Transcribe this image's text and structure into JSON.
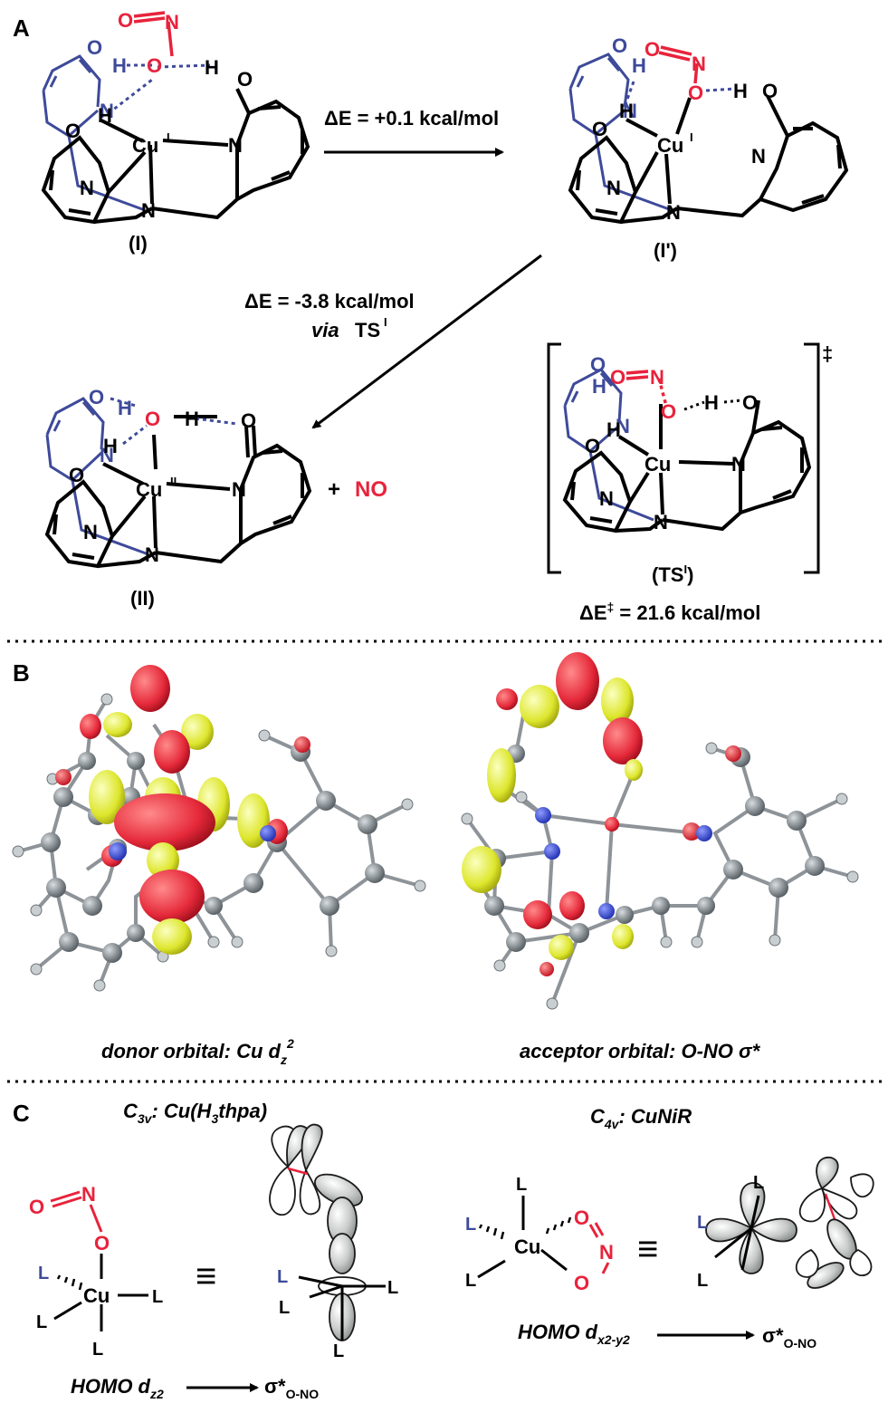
{
  "panels": {
    "a": {
      "letter": "A"
    },
    "b": {
      "letter": "B"
    },
    "c": {
      "letter": "C"
    }
  },
  "panel_a": {
    "complex_I": {
      "label": "(I)",
      "metal": "Cu",
      "ox": "I"
    },
    "complex_I_prime": {
      "label": "(I')",
      "metal": "Cu",
      "ox": "I"
    },
    "complex_II": {
      "label": "(II)",
      "metal": "Cu",
      "ox": "II"
    },
    "ts": {
      "label_main": "(TS",
      "label_sup": "I",
      "label_end": ")",
      "metal": "Cu",
      "dagger": "‡"
    },
    "arrow1_energy": "ΔE = +0.1 kcal/mol",
    "arrow2_energy": "ΔE = -3.8 kcal/mol",
    "arrow2_via": "via",
    "arrow2_ts": "TS",
    "arrow2_ts_sup": "I",
    "ts_barrier_main": "ΔE",
    "ts_barrier_sup": "‡",
    "ts_barrier_rest": " = 21.6 kcal/mol",
    "plus": "+",
    "no_product": "NO",
    "atoms": {
      "O": "O",
      "N": "N",
      "H": "H"
    }
  },
  "panel_b": {
    "donor_prefix": "donor orbital: Cu d",
    "donor_sub": "z",
    "donor_sup": "2",
    "acceptor_caption": "acceptor orbital: O-NO σ*"
  },
  "panel_c": {
    "left_title_sym": "C",
    "left_title_sub": "3v",
    "left_title_rest": ": Cu(H",
    "left_title_sub2": "3",
    "left_title_end": "thpa)",
    "right_title_sym": "C",
    "right_title_sub": "4v",
    "right_title_rest": ": CuNiR",
    "ligand": "L",
    "metal": "Cu",
    "equiv": "≡",
    "left_homo": "HOMO d",
    "left_homo_sub": "z2",
    "right_homo": "HOMO d",
    "right_homo_sub": "x2-y2",
    "sigma": "σ*",
    "sigma_sub": "O-NO"
  },
  "colors": {
    "oxygen_red": "#e8233c",
    "pyridone_blue": "#3e4a9a",
    "orbital_red": "#e5293a",
    "orbital_yellow": "#dde62c",
    "atom_grey": "#7d868c",
    "lobe_grey": "#c9ccca"
  }
}
